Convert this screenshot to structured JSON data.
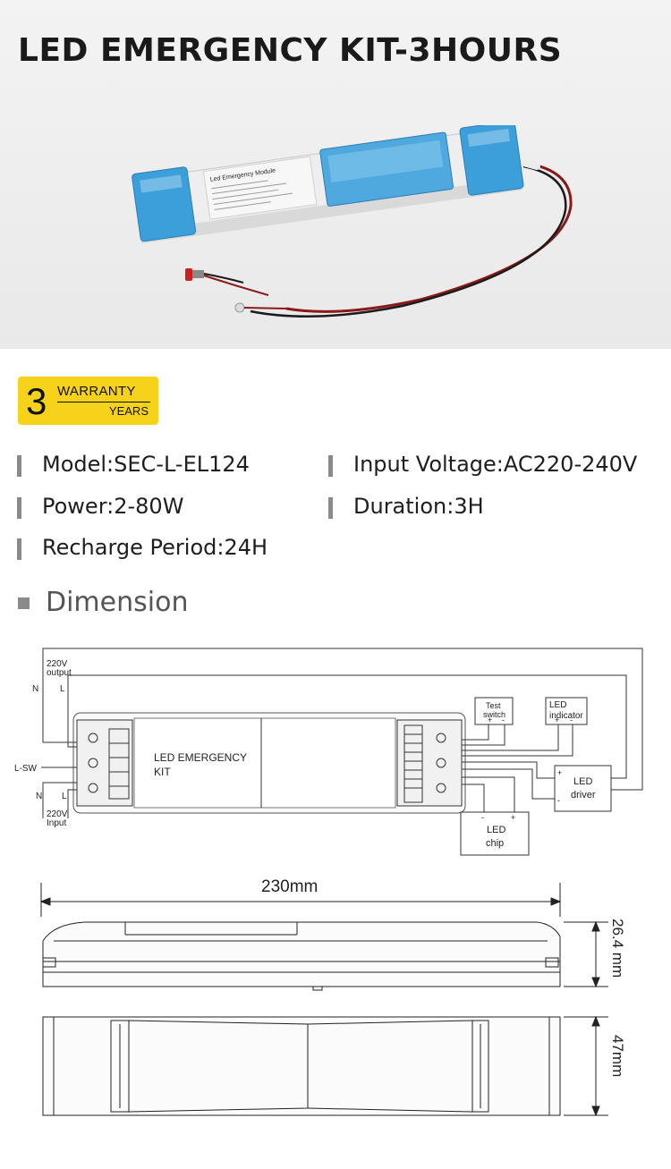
{
  "title": "LED EMERGENCY KIT-3HOURS",
  "product_photo": {
    "label_line": "Led Emergency Module"
  },
  "warranty": {
    "number": "3",
    "word": "WARRANTY",
    "unit": "YEARS"
  },
  "specs": {
    "model": "Model:SEC-L-EL124",
    "input_voltage": "Input Voltage:AC220-240V",
    "power": "Power:2-80W",
    "duration": "Duration:3H",
    "recharge": "Recharge Period:24H"
  },
  "dimension_heading": "Dimension",
  "wiring": {
    "output_label_1": "220V",
    "output_label_2": "output",
    "n_top": "N",
    "l_top": "L",
    "lsw": "L-SW",
    "n_bottom": "N",
    "l_bottom": "L",
    "input_label_1": "220V",
    "input_label_2": "Input",
    "module_line_1": "LED EMERGENCY",
    "module_line_2": "KIT",
    "test_switch_1": "Test",
    "test_switch_2": "switch",
    "plus": "+",
    "minus": "-",
    "led_indicator_1": "LED",
    "led_indicator_2": "indicator",
    "led_driver_1": "LED",
    "led_driver_2": "driver",
    "led_chip_1": "LED",
    "led_chip_2": "chip"
  },
  "dimensions": {
    "length": "230mm",
    "height": "26.4 mm",
    "width": "47mm"
  },
  "colors": {
    "badge": "#f6d21a",
    "bullet": "#8a8a8a",
    "cover_blue": "#3d9fd9"
  }
}
